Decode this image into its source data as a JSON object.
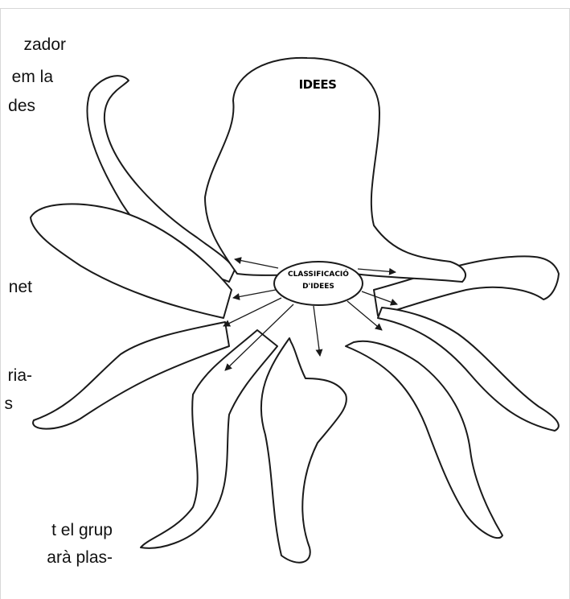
{
  "side_text": [
    "zador",
    "em la",
    "des",
    "net",
    "ria-",
    "s",
    "t el grup",
    "arà plas-"
  ],
  "diagram": {
    "head_label": "IDEES",
    "center_label_line1": "CLASSIFICACIÓ",
    "center_label_line2": "D'IDEES"
  }
}
